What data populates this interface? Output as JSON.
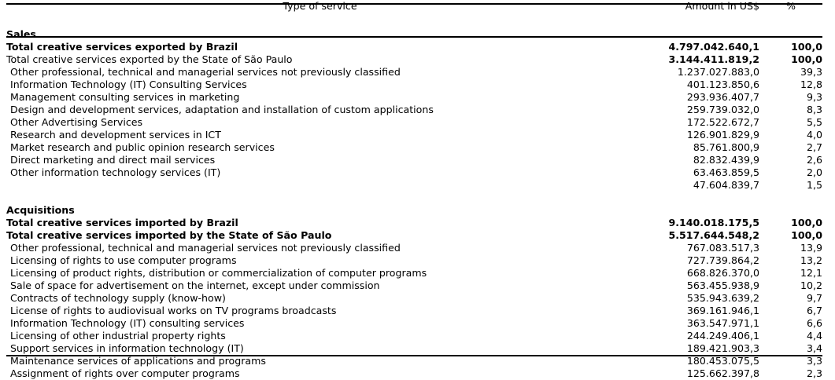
{
  "table": {
    "headers": {
      "label": "Type of service",
      "amount": "Amount in US$",
      "percent": "%"
    },
    "rows": [
      {
        "kind": "section",
        "label": "Sales",
        "amount": "",
        "pct": ""
      },
      {
        "kind": "total",
        "label": "Total creative services exported by Brazil",
        "amount": "4.797.042.640,1",
        "pct": "100,0"
      },
      {
        "kind": "subtotal",
        "label": "Total creative services exported by the State of São Paulo",
        "amount": "3.144.411.819,2",
        "pct": "100,0"
      },
      {
        "kind": "item",
        "label": "Other professional, technical and managerial services not previously classified",
        "amount": "1.237.027.883,0",
        "pct": "39,3"
      },
      {
        "kind": "item",
        "label": "Information Technology (IT) Consulting Services",
        "amount": "401.123.850,6",
        "pct": "12,8"
      },
      {
        "kind": "item",
        "label": "Management consulting services in marketing",
        "amount": "293.936.407,7",
        "pct": "9,3"
      },
      {
        "kind": "item",
        "label": "Design and development services, adaptation and installation of custom applications",
        "amount": "259.739.032,0",
        "pct": "8,3"
      },
      {
        "kind": "item",
        "label": "Other Advertising Services",
        "amount": "172.522.672,7",
        "pct": "5,5"
      },
      {
        "kind": "item",
        "label": "Research and development services in ICT",
        "amount": "126.901.829,9",
        "pct": "4,0"
      },
      {
        "kind": "item",
        "label": "Market research and public opinion research services",
        "amount": "85.761.800,9",
        "pct": "2,7"
      },
      {
        "kind": "item",
        "label": "Direct marketing and direct mail services",
        "amount": "82.832.439,9",
        "pct": "2,6"
      },
      {
        "kind": "item",
        "label": "Other information technology services (IT)",
        "amount": "63.463.859,5",
        "pct": "2,0"
      },
      {
        "kind": "item",
        "label": "",
        "amount": "47.604.839,7",
        "pct": "1,5"
      },
      {
        "kind": "spacer",
        "label": "",
        "amount": "",
        "pct": ""
      },
      {
        "kind": "section",
        "label": "Acquisitions",
        "amount": "",
        "pct": ""
      },
      {
        "kind": "total",
        "label": "Total creative services imported by Brazil",
        "amount": "9.140.018.175,5",
        "pct": "100,0"
      },
      {
        "kind": "total",
        "label": "Total creative services imported by the State of São Paulo",
        "amount": "5.517.644.548,2",
        "pct": "100,0"
      },
      {
        "kind": "item",
        "label": "Other professional, technical and managerial services not previously classified",
        "amount": "767.083.517,3",
        "pct": "13,9"
      },
      {
        "kind": "item",
        "label": "Licensing of rights to use computer programs",
        "amount": "727.739.864,2",
        "pct": "13,2"
      },
      {
        "kind": "item",
        "label": "Licensing of product rights, distribution or commercialization of computer programs",
        "amount": "668.826.370,0",
        "pct": "12,1"
      },
      {
        "kind": "item",
        "label": "Sale of space for advertisement on the internet, except under commission",
        "amount": "563.455.938,9",
        "pct": "10,2"
      },
      {
        "kind": "item",
        "label": "Contracts of technology supply (know-how)",
        "amount": "535.943.639,2",
        "pct": "9,7"
      },
      {
        "kind": "item",
        "label": "License of rights to audiovisual works on TV programs broadcasts",
        "amount": "369.161.946,1",
        "pct": "6,7"
      },
      {
        "kind": "item",
        "label": "Information Technology (IT) consulting services",
        "amount": "363.547.971,1",
        "pct": "6,6"
      },
      {
        "kind": "item",
        "label": "Licensing of other industrial property rights",
        "amount": "244.249.406,1",
        "pct": "4,4"
      },
      {
        "kind": "item",
        "label": "Support services in information technology (IT)",
        "amount": "189.421.903,3",
        "pct": "3,4"
      },
      {
        "kind": "item",
        "label": "Maintenance services of applications and programs",
        "amount": "180.453.075,5",
        "pct": "3,3"
      },
      {
        "kind": "item",
        "label": "Assignment of rights over computer programs",
        "amount": "125.662.397,8",
        "pct": "2,3"
      }
    ]
  }
}
